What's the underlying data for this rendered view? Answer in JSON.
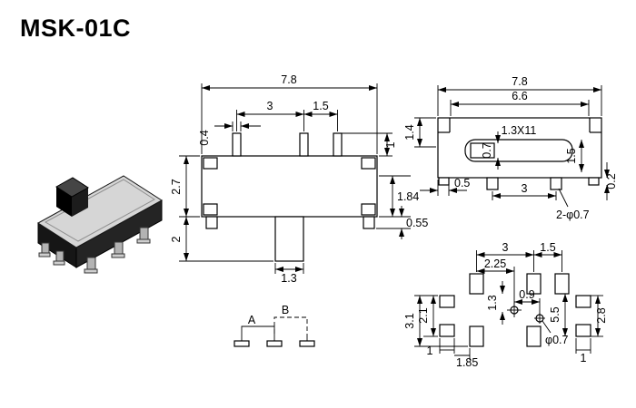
{
  "title": "MSK-01C",
  "front_view": {
    "overall_width": "7.8",
    "pin_pitch_a": "3",
    "pin_pitch_b": "1.5",
    "pin_width": "0.4",
    "pin_height": "1",
    "body_height": "2.7",
    "terminal_depth": "1.84",
    "lug_height": "0.55",
    "stem_length": "2",
    "stem_width": "1.3"
  },
  "top_view": {
    "overall_width": "7.8",
    "inner_width": "6.6",
    "slot": "1.3X11",
    "frame_edge": "1.4",
    "knob_width": "0.7",
    "slot_depth": "1.5",
    "edge_gap": "0.5",
    "pin_pitch": "3",
    "holes": "2-φ0.7",
    "pin_offset": "0.2"
  },
  "footprint_view": {
    "pitch_a": "3",
    "pitch_b": "1.5",
    "hole_offset": "2.25",
    "pad_to_hole": "1.3",
    "hole_gap": "0.9",
    "span_inner": "5.5",
    "span_right": "2.8",
    "span_left_outer": "3.1",
    "span_left_inner": "2.1",
    "lug_width_left": "1",
    "lug_gap": "1.85",
    "hole_dia": "φ0.7",
    "lug_width_right": "1"
  },
  "schematic": {
    "pos_a": "A",
    "pos_b": "B"
  }
}
